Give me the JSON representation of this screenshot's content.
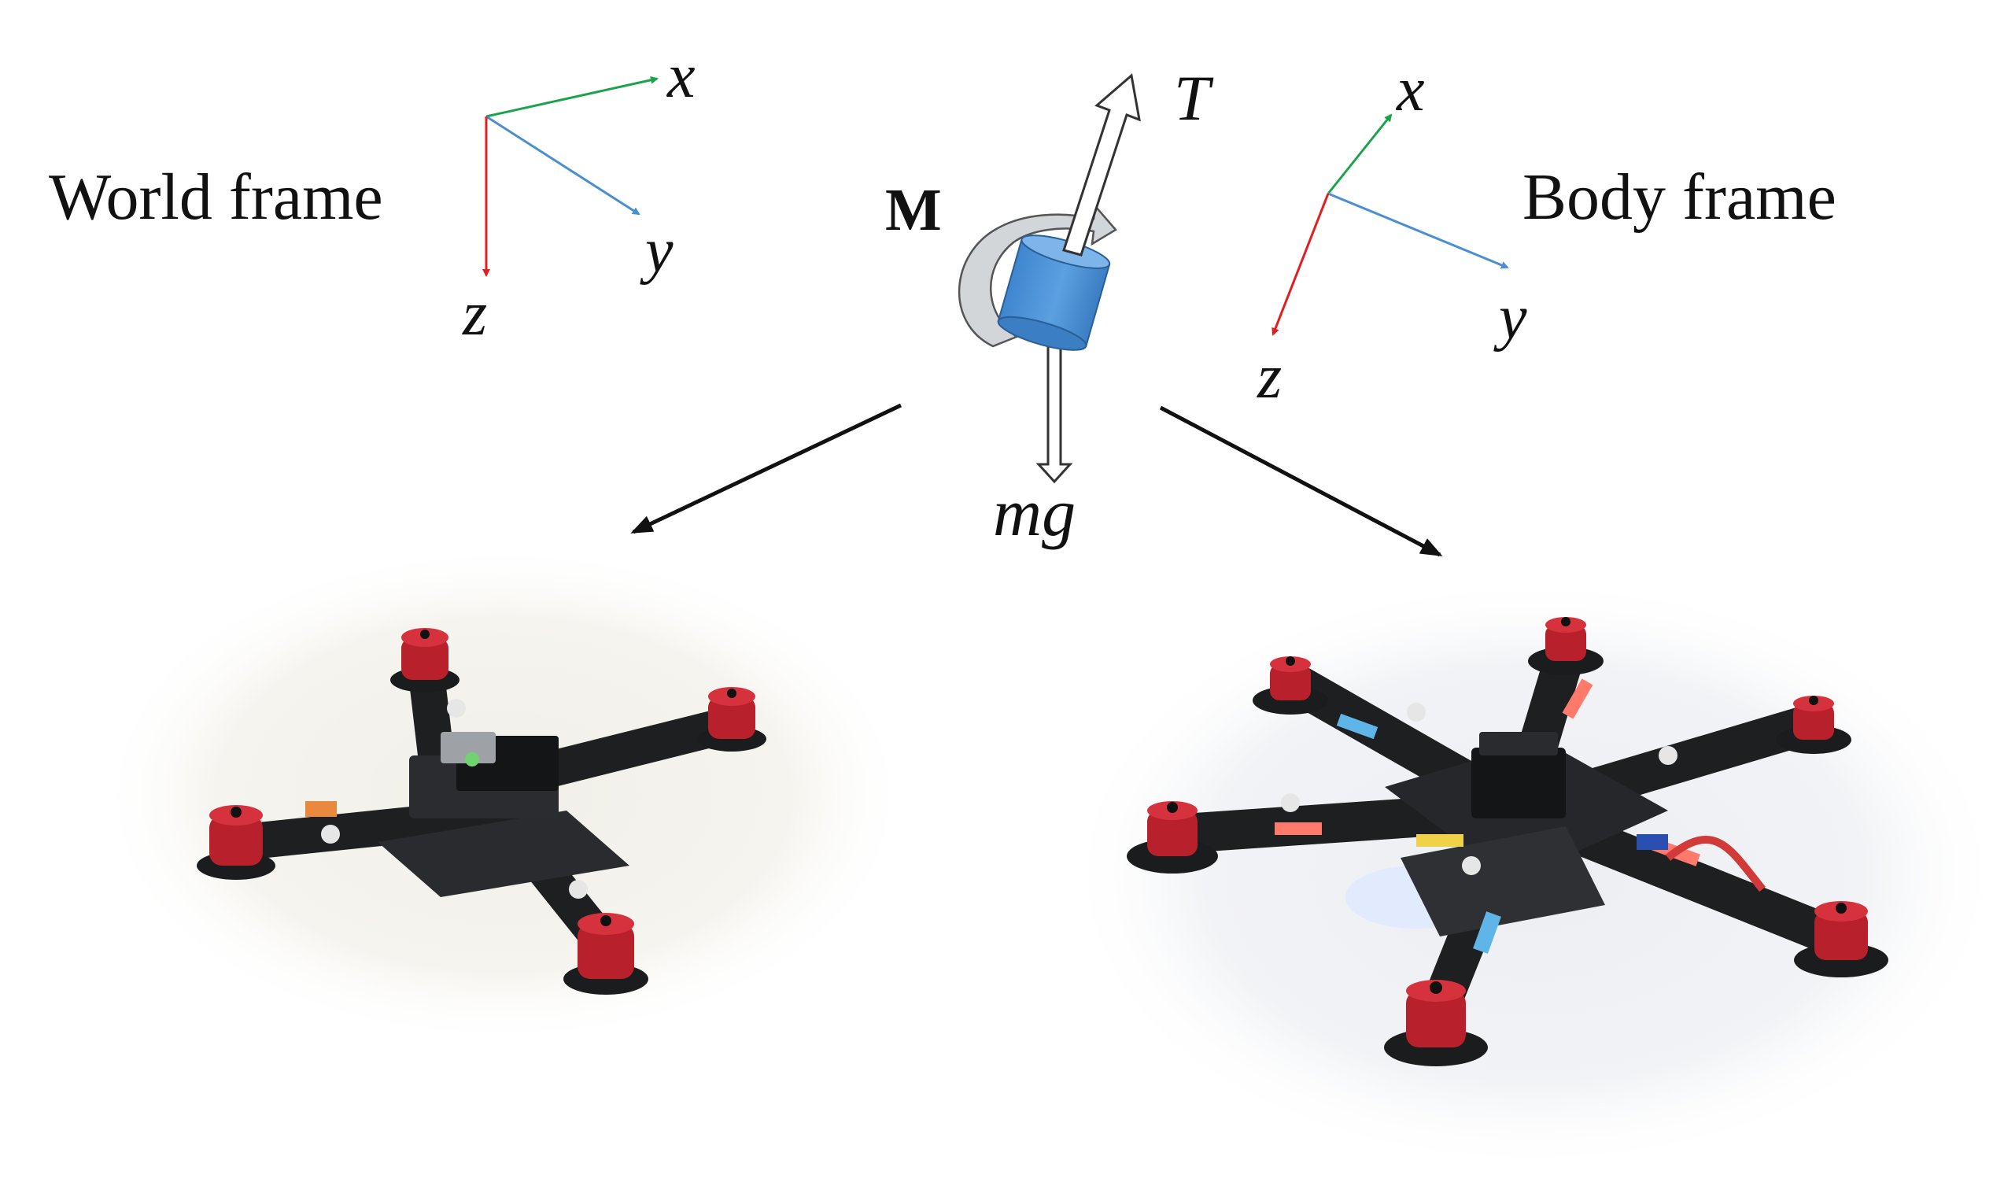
{
  "world_frame": {
    "title": "World frame",
    "axis_x": "x",
    "axis_y": "y",
    "axis_z": "z"
  },
  "body_frame": {
    "title": "Body frame",
    "axis_x": "x",
    "axis_y": "y",
    "axis_z": "z"
  },
  "force_diagram": {
    "moment_label": "M",
    "thrust_label": "T",
    "gravity_label": "mg"
  },
  "colors": {
    "x_axis": "#1aa34a",
    "y_axis": "#4a8fd1",
    "z_axis": "#e02020",
    "cylinder": "#4a8fd1",
    "moment_arc": "#cfd3d6",
    "arm": "#1e1f21",
    "motor_red": "#b8202b"
  },
  "pictures": {
    "left_drone": "quadrotor-photo",
    "right_drone": "hexarotor-photo"
  }
}
